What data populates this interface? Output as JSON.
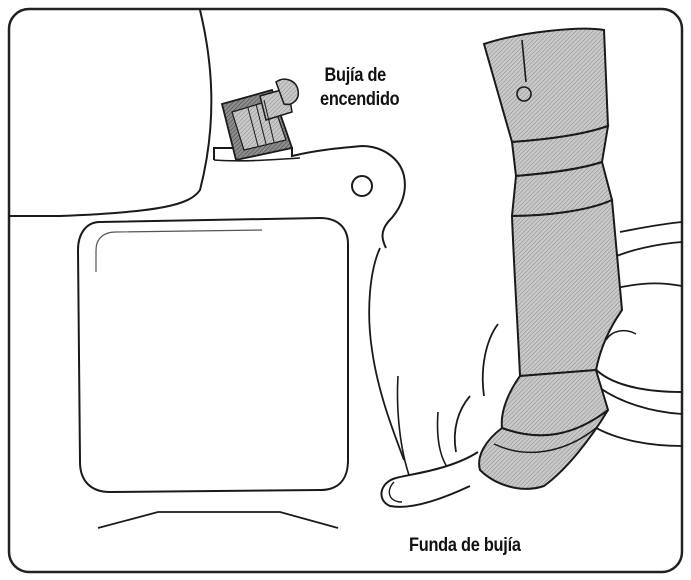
{
  "labels": {
    "spark_plug_line1": "Bujía de",
    "spark_plug_line2": "encendido",
    "boot": "Funda de bujía"
  },
  "colors": {
    "line": "#1a1a1a",
    "frame": "#222222",
    "metal_fill": "#b8b8b8",
    "plug_fill": "#6f6f6f",
    "background": "#ffffff"
  }
}
